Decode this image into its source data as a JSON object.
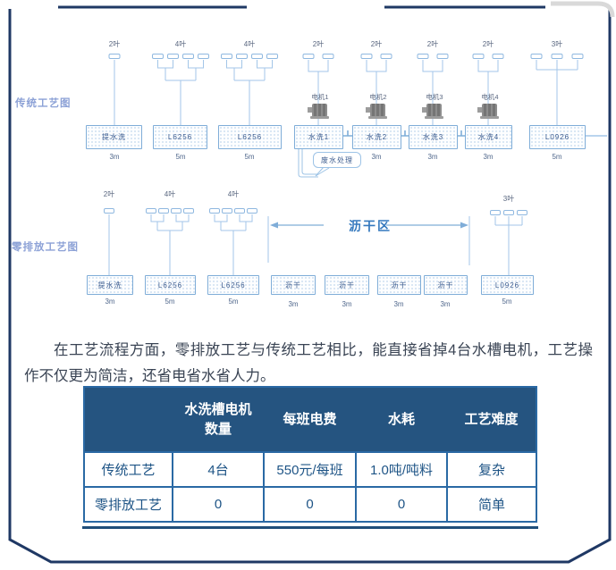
{
  "colors": {
    "frame_navy": "#1f3864",
    "diagram_line_blue": "#a3c6e8",
    "diagram_title_blue": "#8ca1d6",
    "zone_label_blue": "#3579be",
    "table_header_bg": "#255480",
    "table_border_blue": "#2a69a4",
    "table_text_blue": "#1e5486",
    "paragraph_text": "#3a4454"
  },
  "diagram1": {
    "title": "传统工艺图",
    "callout": "废水处理",
    "columns": [
      {
        "top": "2叶",
        "box": "提水洗",
        "m": "3m"
      },
      {
        "top": "4叶",
        "box": "L6256",
        "m": "5m"
      },
      {
        "top": "4叶",
        "box": "L6256",
        "m": "5m"
      },
      {
        "top": "2叶",
        "box": "水洗1",
        "motor": "电机1"
      },
      {
        "top": "2叶",
        "box": "水洗2",
        "motor": "电机2",
        "m": "3m"
      },
      {
        "top": "2叶",
        "box": "水洗3",
        "motor": "电机3",
        "m": "3m"
      },
      {
        "top": "2叶",
        "box": "水洗4",
        "motor": "电机4",
        "m": "3m"
      },
      {
        "top": "3叶",
        "box": "L0926",
        "m": "5m"
      }
    ]
  },
  "diagram2": {
    "title": "零排放工艺图",
    "zone": "沥干区",
    "columns": [
      {
        "top": "2叶",
        "box": "提水洗",
        "m": "3m"
      },
      {
        "top": "4叶",
        "box": "L6256",
        "m": "5m"
      },
      {
        "top": "4叶",
        "box": "L6256",
        "m": "5m"
      },
      {
        "box": "沥干",
        "m": "3m"
      },
      {
        "box": "沥干",
        "m": "3m"
      },
      {
        "box": "沥干",
        "m": "3m"
      },
      {
        "box": "沥干",
        "m": "3m"
      },
      {
        "top": "3叶",
        "box": "L0926",
        "m": "5m"
      }
    ]
  },
  "paragraph": "在工艺流程方面，零排放工艺与传统工艺相比，能直接省掉4台水槽电机，工艺操作不仅更为简洁，还省电省水省人力。",
  "table": {
    "headers": [
      "",
      "水洗槽电机数量",
      "每班电费",
      "水耗",
      "工艺难度"
    ],
    "rows": [
      {
        "label": "传统工艺",
        "cells": [
          "4台",
          "550元/每班",
          "1.0吨/吨料",
          "复杂"
        ]
      },
      {
        "label": "零排放工艺",
        "cells": [
          "0",
          "0",
          "0",
          "简单"
        ]
      }
    ]
  }
}
